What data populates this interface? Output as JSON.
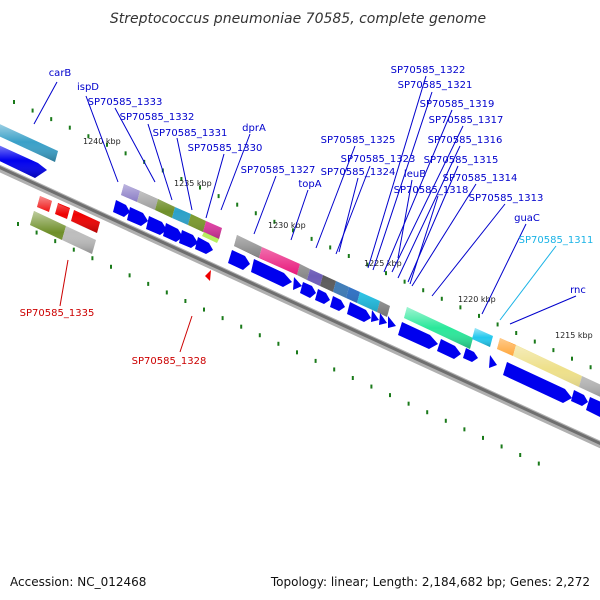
{
  "title": "Streptococcus pneumoniae 70585, complete genome",
  "footer": {
    "accession": "Accession: NC_012468",
    "summary": "Topology: linear; Length: 2,184,682 bp; Genes: 2,272"
  },
  "kbp_ticks": [
    "1240 kbp",
    "1235 kbp",
    "1230 kbp",
    "1225 kbp",
    "1220 kbp",
    "1215 kbp"
  ],
  "colors": {
    "label_blue": "#0000cc",
    "label_red": "#cc0000",
    "label_cyan": "#1ab3e6",
    "backbone": "#7a7a7a",
    "gene_blue": "#0000ee",
    "tick_green": "#1a7a1a"
  },
  "gene_labels": {
    "carB": "carB",
    "ispD": "ispD",
    "SP70585_1333": "SP70585_1333",
    "SP70585_1332": "SP70585_1332",
    "SP70585_1331": "SP70585_1331",
    "dprA": "dprA",
    "SP70585_1330": "SP70585_1330",
    "SP70585_1327": "SP70585_1327",
    "topA": "topA",
    "SP70585_1325": "SP70585_1325",
    "SP70585_1323": "SP70585_1323",
    "SP70585_1324": "SP70585_1324",
    "SP70585_1322": "SP70585_1322",
    "SP70585_1321": "SP70585_1321",
    "SP70585_1319": "SP70585_1319",
    "SP70585_1317": "SP70585_1317",
    "SP70585_1316": "SP70585_1316",
    "leuB": "leuB",
    "SP70585_1315": "SP70585_1315",
    "SP70585_1318": "SP70585_1318",
    "SP70585_1314": "SP70585_1314",
    "SP70585_1313": "SP70585_1313",
    "guaC": "guaC",
    "SP70585_1311": "SP70585_1311",
    "rnc": "rnc",
    "SP70585_1335": "SP70585_1335",
    "SP70585_1328": "SP70585_1328"
  }
}
